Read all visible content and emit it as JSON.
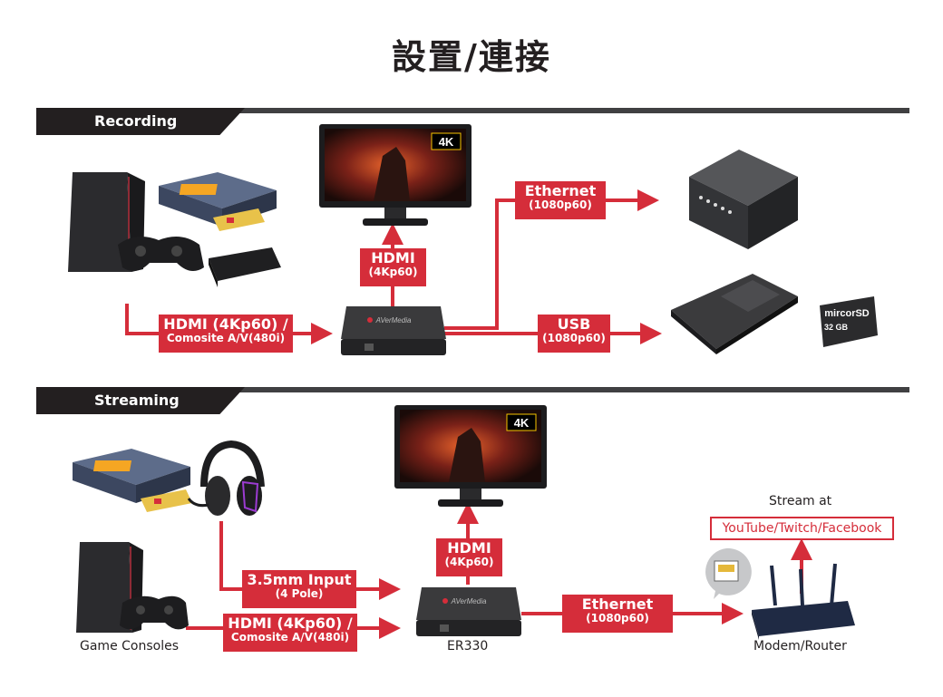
{
  "title": "設置/連接",
  "sections": {
    "recording": {
      "tab": "Recording",
      "hdmi_out": {
        "l1": "HDMI",
        "l2": "(4Kp60)"
      },
      "input": {
        "l1": "HDMI (4Kp60) /",
        "l2": "Comosite A/V(480i)"
      },
      "ethernet": {
        "l1": "Ethernet",
        "l2": "(1080p60)"
      },
      "usb": {
        "l1": "USB",
        "l2": "(1080p60)"
      },
      "sd_label": "mircorSD",
      "sd_size": "32 GB",
      "tv_badge": "4K",
      "device_brand": "AVerMedia"
    },
    "streaming": {
      "tab": "Streaming",
      "hdmi_out": {
        "l1": "HDMI",
        "l2": "(4Kp60)"
      },
      "audio_input": {
        "l1": "3.5mm Input",
        "l2": "(4 Pole)"
      },
      "input": {
        "l1": "HDMI (4Kp60) /",
        "l2": "Comosite A/V(480i)"
      },
      "ethernet": {
        "l1": "Ethernet",
        "l2": "(1080p60)"
      },
      "stream_at": "Stream at",
      "platforms": "YouTube/Twitch/Facebook",
      "tv_badge": "4K",
      "device_brand": "AVerMedia",
      "captions": {
        "consoles": "Game Consoles",
        "device": "ER330",
        "router": "Modem/Router"
      }
    }
  },
  "colors": {
    "accent": "#d52d3a",
    "dark": "#231f20"
  }
}
